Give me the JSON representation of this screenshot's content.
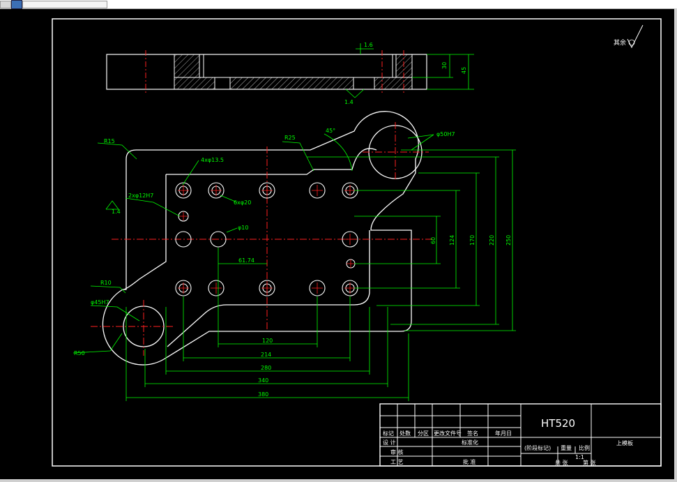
{
  "window": {
    "tool_icon": "drawing-toolbar-icon"
  },
  "drawing": {
    "roughness_other": "其余",
    "material": "HT520",
    "part_name": "上模板",
    "dims": {
      "r15": "R15",
      "r25": "R25",
      "r10": "R10",
      "r50": "R50",
      "angle": "45°",
      "hole_dia_top": "φ50H7",
      "hole_dia_bottom": "φ45H7",
      "holes_4x135": "4xφ13.5",
      "holes_6x20": "6xφ20",
      "holes_2x12": "2xφ12H7",
      "phi10": "φ10",
      "d61": "61.74",
      "roughness_16": "1.6",
      "roughness_14a": "1.4",
      "roughness_14b": "1.4",
      "h30": "30",
      "h45": "45",
      "v60": "60",
      "v124": "124",
      "v170": "170",
      "v220": "220",
      "v250": "250",
      "h120": "120",
      "h214": "214",
      "h280": "280",
      "h340": "340",
      "h380": "380"
    },
    "title_block": {
      "marks": "标记",
      "count": "处数",
      "zone": "分区",
      "doc_no": "更改文件号",
      "sign": "签名",
      "date": "年月日",
      "design": "设 计",
      "standard": "标准化",
      "review": "审 核",
      "process": "工 艺",
      "approve": "批 准",
      "stage_mark": "(阶段标记)",
      "weight": "重量",
      "scale": "比例",
      "scale_val": "1:1",
      "sheet_total": "共 张",
      "sheet_no": "第 张"
    }
  }
}
